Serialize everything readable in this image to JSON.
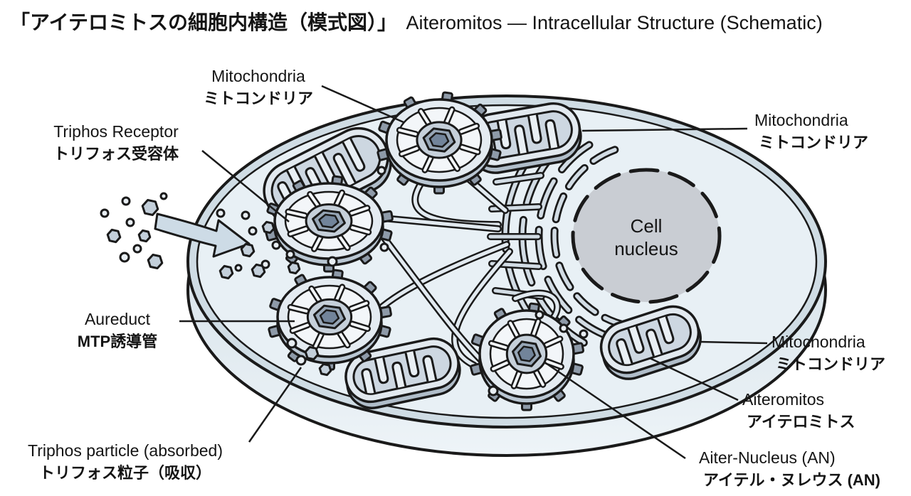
{
  "title": {
    "ja": "「アイテロミトスの細胞内構造（模式図）」",
    "en": "Aiteromitos — Intracellular Structure (Schematic)"
  },
  "nucleus_label": {
    "line1": "Cell",
    "line2": "nucleus"
  },
  "labels": [
    {
      "id": "mitochondria-top",
      "en": "Mitochondria",
      "ja": "ミトコンドリア"
    },
    {
      "id": "triphos-receptor",
      "en": "Triphos Receptor",
      "ja": "トリフォス受容体"
    },
    {
      "id": "aureduct",
      "en": "Aureduct",
      "ja": "MTP誘導管"
    },
    {
      "id": "triphos-particle",
      "en": "Triphos particle (absorbed)",
      "ja": "トリフォス粒子（吸収）"
    },
    {
      "id": "mitochondria-right-top",
      "en": "Mitochondria",
      "ja": "ミトコンドリア"
    },
    {
      "id": "mitochondria-right-bottom",
      "en": "Mitochondria",
      "ja": "ミトコンドリア"
    },
    {
      "id": "aiteromitos",
      "en": "Aiteromitos",
      "ja": "アイテロミトス"
    },
    {
      "id": "aiter-nucleus",
      "en": "Aiter-Nucleus (AN)",
      "ja": "アイテル・ヌレウス (AN)"
    }
  ],
  "colors": {
    "outline": "#1a1a1a",
    "background": "#ffffff",
    "cell_fill": "#e8f0f5",
    "membrane_band": "#cfdce4",
    "wall_top": "#cfdde6",
    "wall_bottom": "#eef4f8",
    "mito_body": "#e2e9ef",
    "mito_matrix": "#cdd7e1",
    "mito_cristae": "#e9eff4",
    "mito_side": "#b0bdc9",
    "gear_body": "#e4ebf1",
    "gear_inner": "#f3f6f9",
    "gear_side": "#bac7d3",
    "gear_center_disk": "#c6d0da",
    "gear_hex": "#97a6b6",
    "gear_hex_core": "#72849a",
    "stud": "#8e9aa8",
    "nucleus_fill": "#c9cdd3",
    "tube_fill": "#e2eaf0",
    "er_fill": "#d2dce4",
    "arrow_fill": "#cddbe6",
    "particle_hex": "#c3cfda",
    "particle_dot": "#e8eef3"
  }
}
